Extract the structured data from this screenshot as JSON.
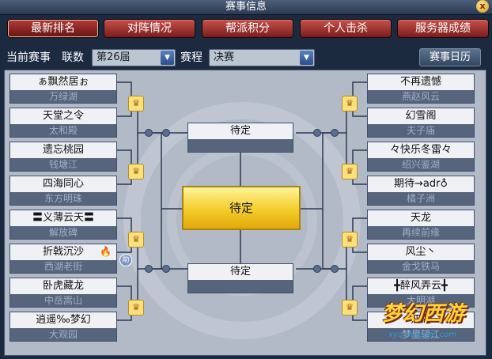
{
  "window": {
    "title": "赛事信息",
    "close_label": "x"
  },
  "tabs": [
    {
      "label": "最新排名"
    },
    {
      "label": "对阵情况"
    },
    {
      "label": "帮派积分"
    },
    {
      "label": "个人击杀"
    },
    {
      "label": "服务器成绩"
    }
  ],
  "filters": {
    "current_label": "当前赛事",
    "league_label": "联数",
    "league_value": "第26届",
    "stage_label": "赛程",
    "stage_value": "决赛",
    "schedule_button": "赛事日历"
  },
  "bracket": {
    "left": [
      {
        "name": "ぁ飘然居ぉ",
        "server": "万绿湖"
      },
      {
        "name": "天堂之令",
        "server": "太和殿"
      },
      {
        "name": "遗忘桃园",
        "server": "钱塘江"
      },
      {
        "name": "四海同心",
        "server": "东方明珠"
      },
      {
        "name": "〓义薄云天〓",
        "server": "解放碑"
      },
      {
        "name": "折戟沉沙",
        "server": "西湖老街"
      },
      {
        "name": "卧虎藏龙",
        "server": "中岳嵩山"
      },
      {
        "name": "逍遥‰梦幻",
        "server": "大观园"
      }
    ],
    "right": [
      {
        "name": "不再遗憾",
        "server": "燕赵风云"
      },
      {
        "name": "幻雪阁",
        "server": "夫子庙"
      },
      {
        "name": "々快乐冬雷々",
        "server": "绍兴鉴湖"
      },
      {
        "name": "期待→adr♁",
        "server": "橘子洲"
      },
      {
        "name": "天龙",
        "server": "再续前缘"
      },
      {
        "name": "风尘丶",
        "server": "金戈铁马"
      },
      {
        "name": "╋醉风弄云╋",
        "server": "太明湖"
      },
      {
        "name": "江湖",
        "server": "梦里望江"
      }
    ],
    "semi_top": "待定",
    "semi_bottom": "待定",
    "final": "待定",
    "help_label": "助"
  },
  "watermark": {
    "logo": "梦幻西游",
    "url": "xyq.netease.com"
  },
  "colors": {
    "tab_red": "#a8302c",
    "final_gold": "#f4cc2a",
    "panel": "#b3bac7"
  }
}
